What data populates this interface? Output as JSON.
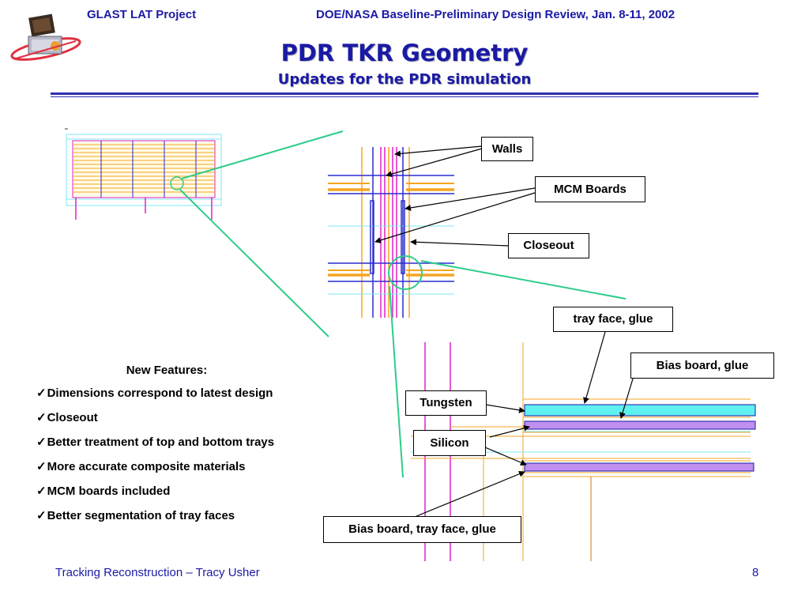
{
  "header": {
    "project": "GLAST LAT Project",
    "review": "DOE/NASA Baseline-Preliminary Design Review, Jan. 8-11, 2002"
  },
  "title": {
    "main": "PDR TKR Geometry",
    "subtitle": "Updates for the PDR simulation"
  },
  "features": {
    "heading": "New Features:",
    "check_glyph": "✓",
    "items": [
      "Dimensions correspond to latest design",
      "Closeout",
      "Better treatment of top and bottom trays",
      "More accurate composite materials",
      "MCM boards included",
      "Better segmentation of tray faces"
    ]
  },
  "callouts": {
    "walls": "Walls",
    "mcm": "MCM Boards",
    "closeout": "Closeout",
    "tray_face": "tray face, glue",
    "bias_board": "Bias board, glue",
    "tungsten": "Tungsten",
    "silicon": "Silicon",
    "bias_tray": "Bias board, tray face, glue"
  },
  "colors": {
    "title_blue": "#1a1aa6",
    "zoom_line": "#2ecc8a",
    "orange": "#f5a623",
    "magenta": "#e020c8",
    "blue": "#2b2bd0",
    "cyan": "#7fe8f0",
    "tungsten": "#5ff0f0",
    "silicon": "#c08ff0"
  },
  "footer": {
    "author": "Tracking Reconstruction – Tracy Usher",
    "page": "8"
  }
}
